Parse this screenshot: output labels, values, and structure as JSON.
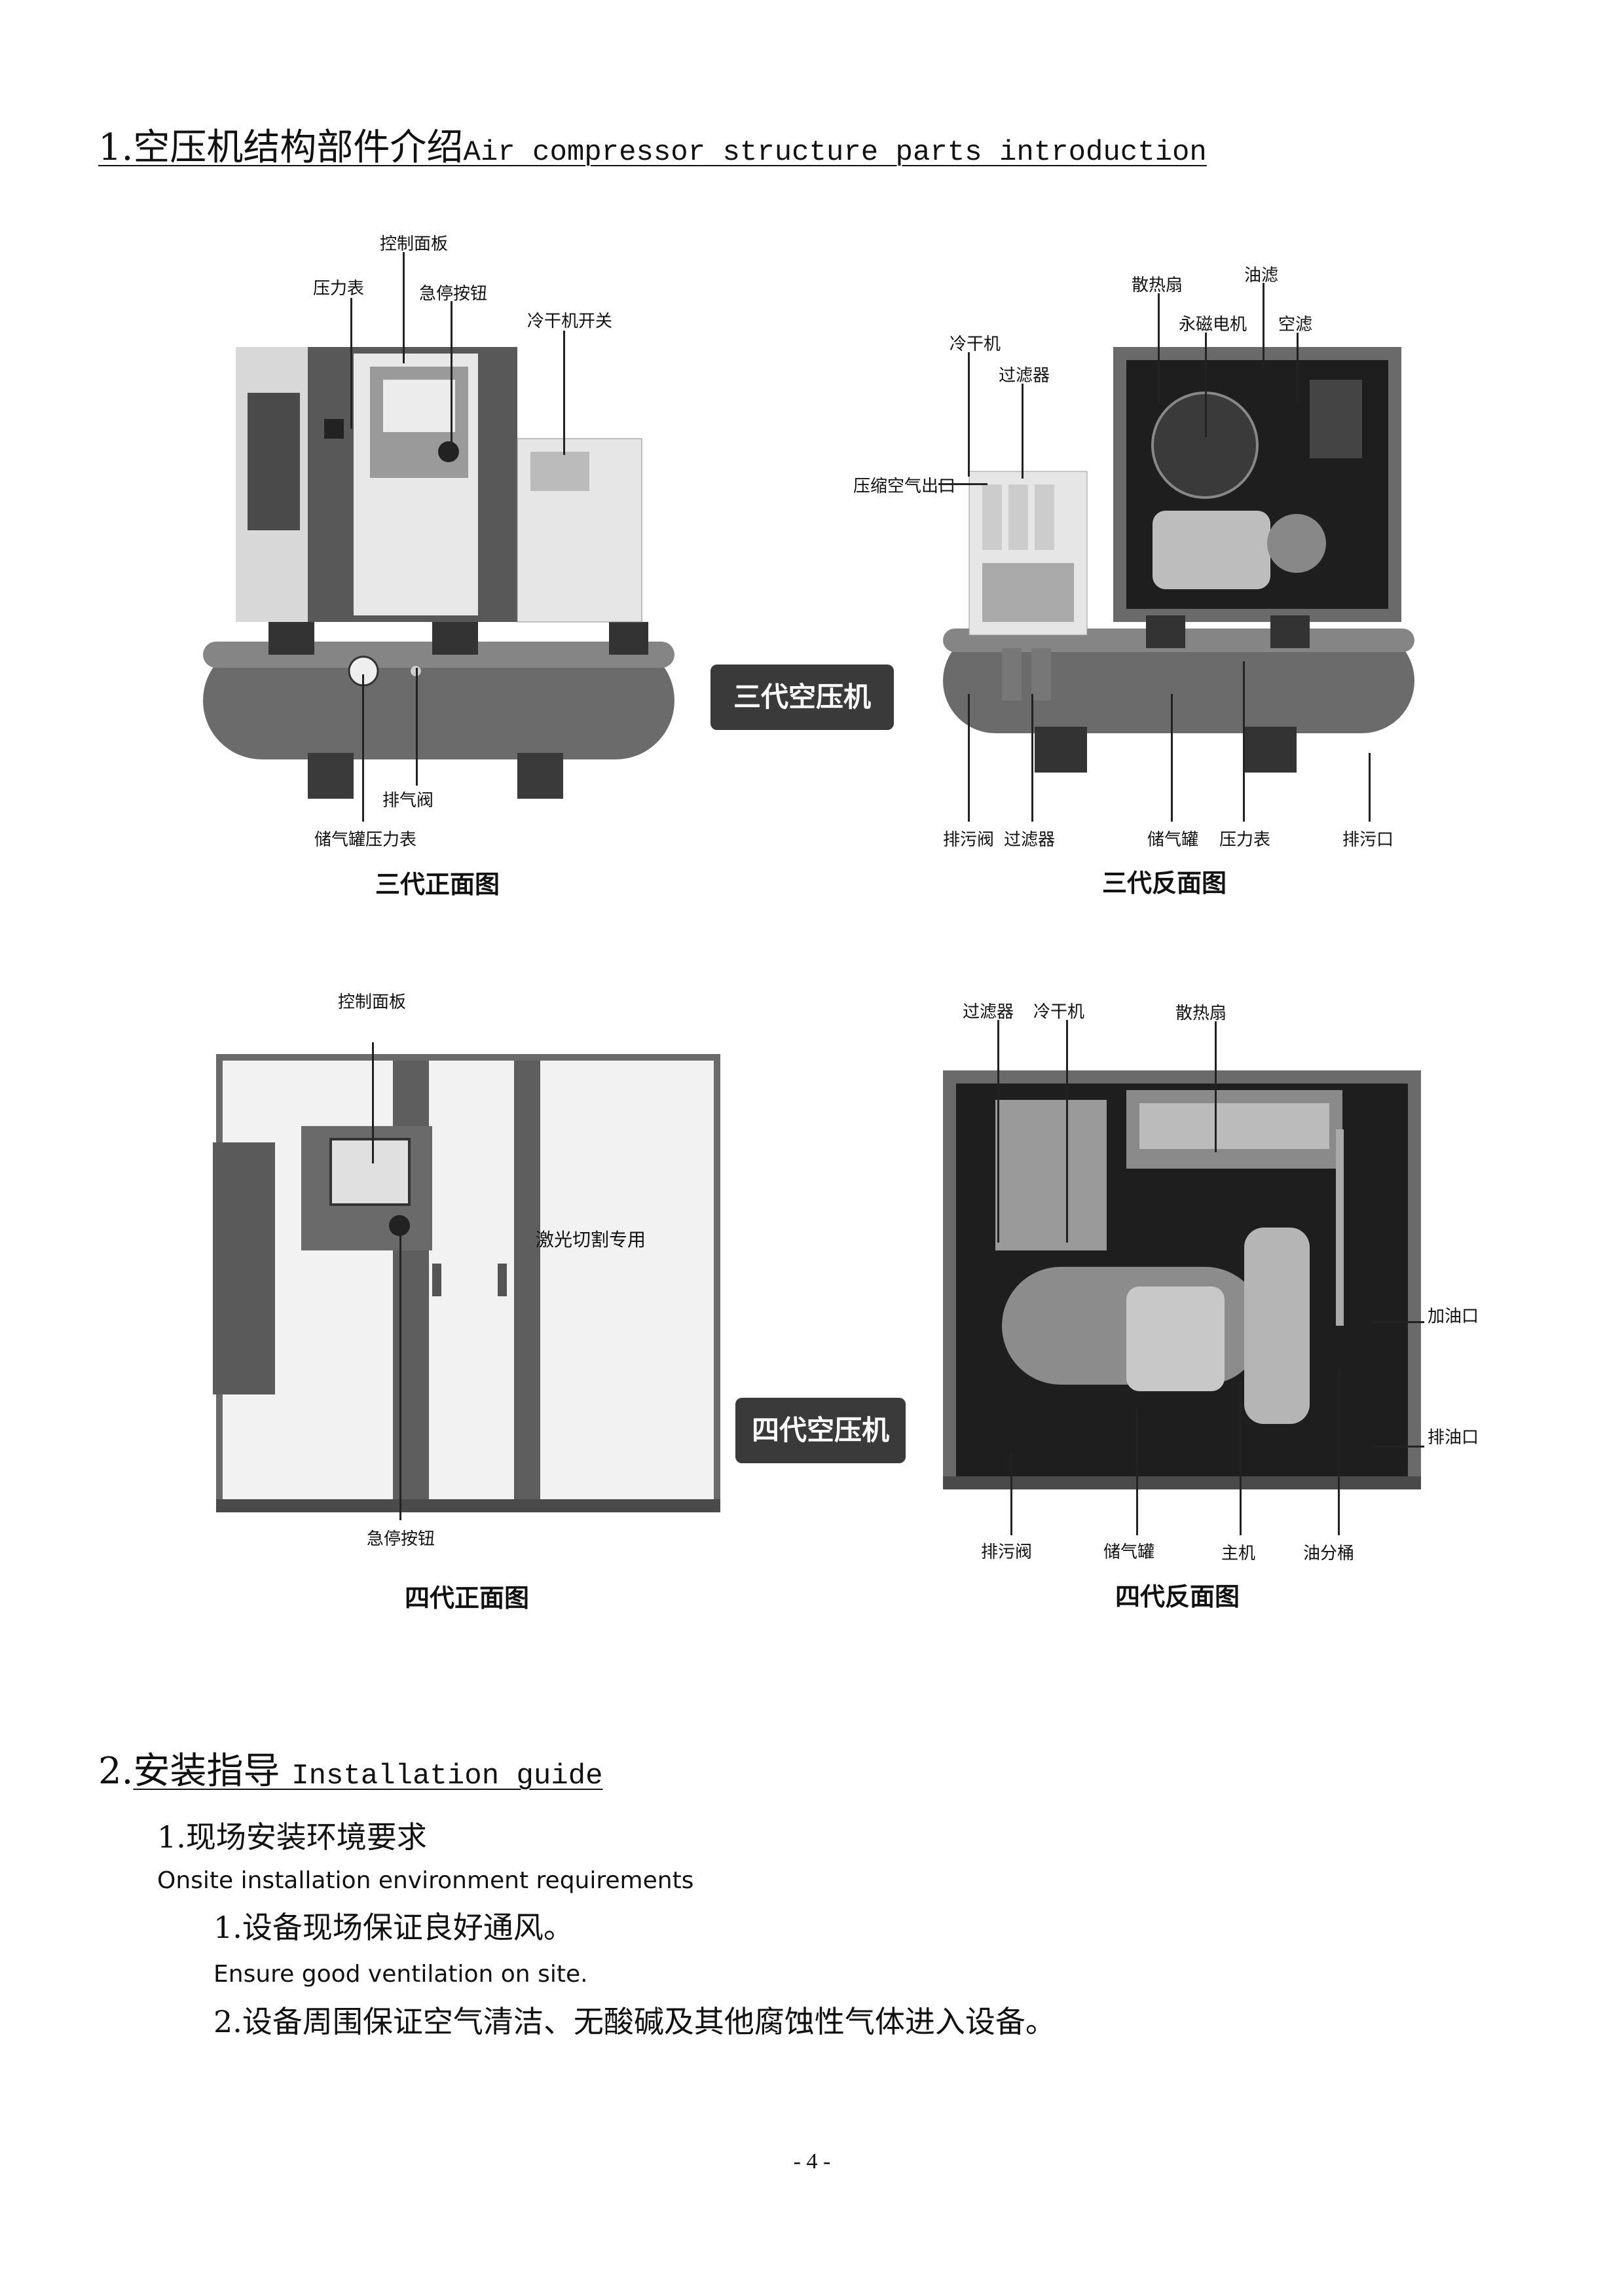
{
  "section1": {
    "title_zh": "1.空压机结构部件介绍",
    "title_en": "Air compressor structure parts introduction"
  },
  "gen3_front": {
    "labels": {
      "control_panel": "控制面板",
      "pressure_gauge": "压力表",
      "emergency_stop": "急停按钮",
      "dryer_switch": "冷干机开关",
      "exhaust_valve": "排气阀",
      "tank_gauge": "储气罐压力表"
    },
    "caption": "三代正面图"
  },
  "gen3_badge": "三代空压机",
  "gen3_back": {
    "labels": {
      "fan": "散热扇",
      "oil_filter": "油滤",
      "pm_motor": "永磁电机",
      "air_filter": "空滤",
      "dryer": "冷干机",
      "filter_top": "过滤器",
      "air_outlet": "压缩空气出口",
      "drain_valve": "排污阀",
      "filter_bottom": "过滤器",
      "tank": "储气罐",
      "gauge": "压力表",
      "drain_port": "排污口"
    },
    "caption": "三代反面图"
  },
  "gen4_front": {
    "labels": {
      "control_panel": "控制面板",
      "laser_text": "激光切割专用",
      "emergency_stop": "急停按钮"
    },
    "caption": "四代正面图"
  },
  "gen4_badge": "四代空压机",
  "gen4_back": {
    "labels": {
      "filter": "过滤器",
      "dryer": "冷干机",
      "fan": "散热扇",
      "oil_fill": "加油口",
      "oil_drain": "排油口",
      "drain_valve": "排污阀",
      "tank": "储气罐",
      "main_unit": "主机",
      "separator": "油分桶"
    },
    "caption": "四代反面图"
  },
  "section2": {
    "title_num": "2.",
    "title_zh": "安装指导",
    "title_en": "Installation guide",
    "sub_zh": "1.现场安装环境要求",
    "sub_en": "Onsite installation environment requirements",
    "item1_zh": "1.设备现场保证良好通风。",
    "item1_en": "Ensure good ventilation on site.",
    "item2_zh": "2.设备周围保证空气清洁、无酸碱及其他腐蚀性气体进入设备。"
  },
  "page_number": "- 4 -"
}
